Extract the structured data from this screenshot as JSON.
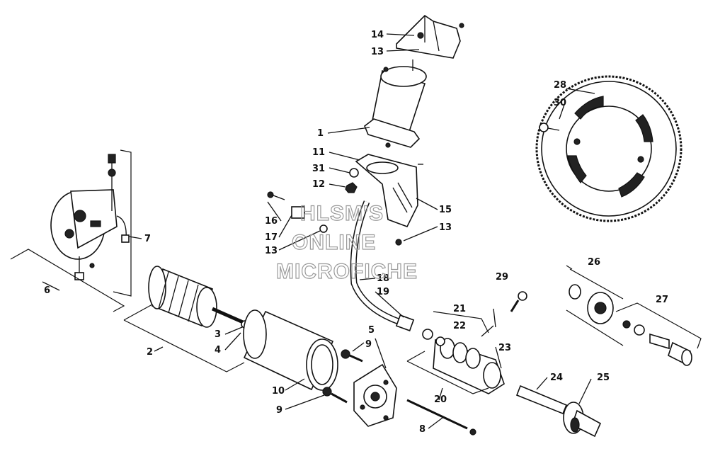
{
  "watermark": {
    "line1": "HLSM'S",
    "line2": "ONLINE",
    "line3": "MICROFICHE"
  },
  "callouts": [
    "14",
    "13",
    "28",
    "30",
    "1",
    "11",
    "31",
    "12",
    "15",
    "16",
    "17",
    "13",
    "13",
    "7",
    "6",
    "18",
    "19",
    "29",
    "21",
    "22",
    "26",
    "27",
    "3",
    "4",
    "2",
    "5",
    "9",
    "23",
    "20",
    "24",
    "25",
    "10",
    "9",
    "8"
  ]
}
